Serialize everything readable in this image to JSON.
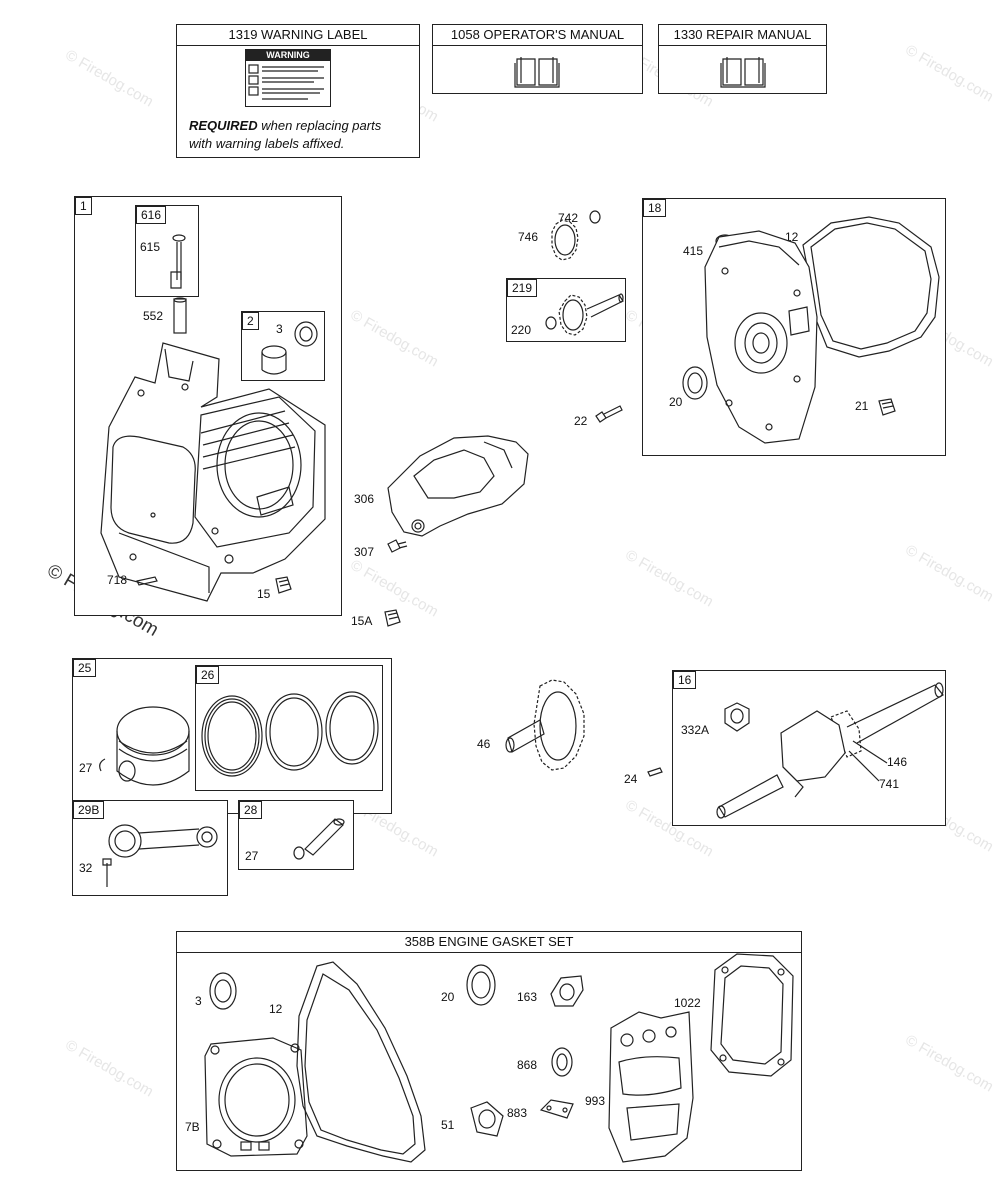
{
  "watermark": "© Firedog.com",
  "top_boxes": {
    "warning_label": {
      "title": "1319 WARNING LABEL",
      "required": "REQUIRED",
      "note_rest": " when replacing parts",
      "note_line2": "with warning labels affixed.",
      "sticker_heading": "WARNING"
    },
    "operators_manual": {
      "title": "1058 OPERATOR'S MANUAL"
    },
    "repair_manual": {
      "title": "1330 REPAIR MANUAL"
    }
  },
  "assemblies": {
    "cylinder": {
      "tag": "1",
      "subtags": [
        "616",
        "2"
      ],
      "parts": [
        "615",
        "552",
        "3",
        "718",
        "15"
      ]
    },
    "sump": {
      "tag": "18",
      "parts": [
        "415",
        "12",
        "20",
        "21"
      ]
    },
    "piston": {
      "tag": "25",
      "subtag": "26",
      "parts": [
        "27"
      ]
    },
    "rod": {
      "tag": "29B",
      "parts": [
        "32"
      ]
    },
    "pin": {
      "tag": "28",
      "parts": [
        "27"
      ]
    },
    "crank": {
      "tag": "16",
      "parts": [
        "332A",
        "146",
        "741"
      ]
    },
    "gear": {
      "tag": "219",
      "parts": [
        "220"
      ]
    }
  },
  "loose_parts": [
    "742",
    "746",
    "22",
    "306",
    "307",
    "15A",
    "46",
    "24"
  ],
  "gasket_set": {
    "title": "358B ENGINE GASKET SET",
    "parts": [
      "3",
      "12",
      "20",
      "163",
      "1022",
      "868",
      "993",
      "883",
      "51",
      "7B"
    ]
  }
}
